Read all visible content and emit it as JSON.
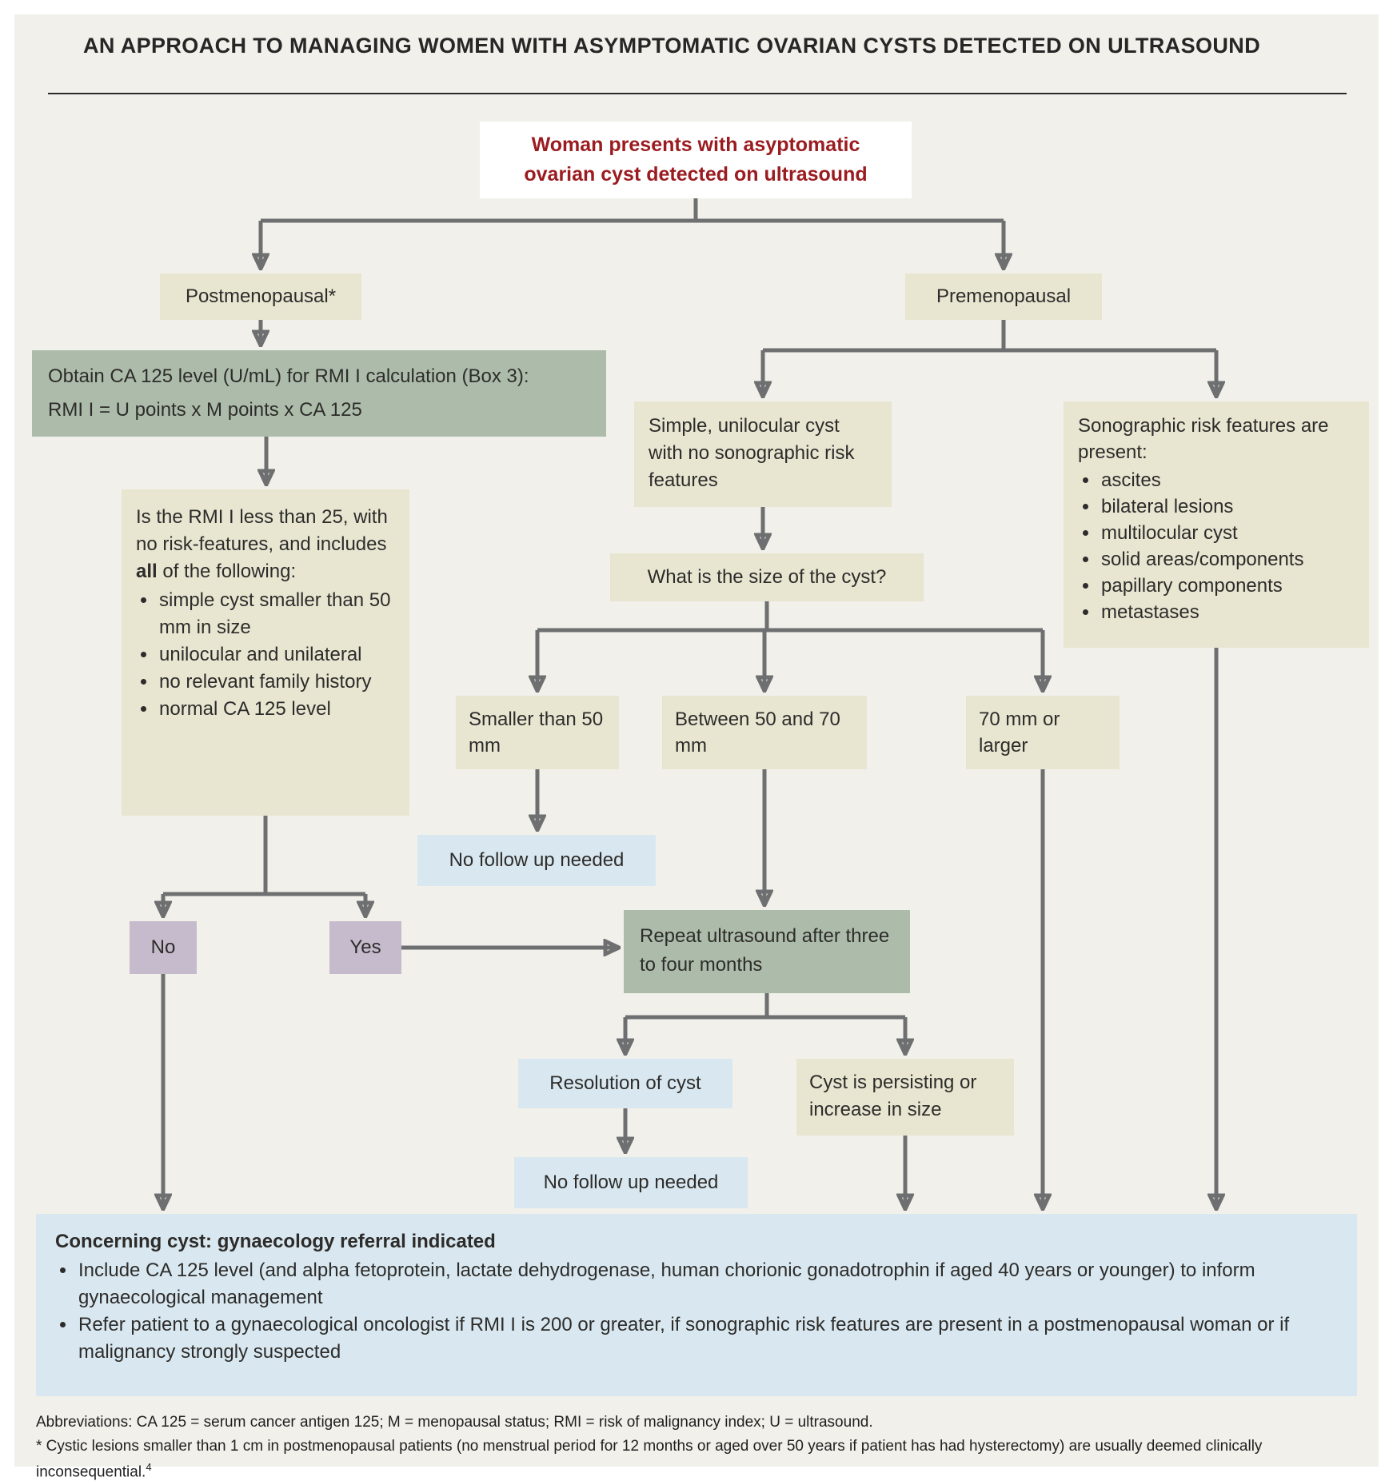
{
  "title": "AN APPROACH TO MANAGING WOMEN WITH ASYMPTOMATIC OVARIAN CYSTS DETECTED ON ULTRASOUND",
  "palette": {
    "panel_background": "#f1f0ea",
    "node_beige": "#e8e5d1",
    "node_green": "#adbcaa",
    "node_purple": "#c6bbcc",
    "node_blue": "#d9e8f0",
    "start_text_red": "#9b1c20",
    "arrow_gray": "#6e6f71",
    "text_dark": "#2d2c2a"
  },
  "nodes": {
    "start": {
      "lines": [
        "Woman presents with asyptomatic",
        "ovarian cyst detected on ultrasound"
      ]
    },
    "postmenopausal": {
      "label": "Postmenopausal*"
    },
    "premenopausal": {
      "label": "Premenopausal"
    },
    "obtain_ca125": {
      "line1": "Obtain CA 125 level (U/mL) for RMI I calculation (Box 3):",
      "line2": "RMI I = U points x M points x CA 125"
    },
    "rmi_question": {
      "intro_start": "Is the RMI I less than 25, with no risk-features, and includes ",
      "intro_bold": "all",
      "intro_end": " of the following:",
      "bullets": [
        "simple cyst smaller than 50 mm in size",
        "unilocular and unilateral",
        "no relevant family history",
        "normal CA 125 level"
      ]
    },
    "no": {
      "label": "No"
    },
    "yes": {
      "label": "Yes"
    },
    "simple_cyst": {
      "text": "Simple, unilocular cyst with no sonographic risk features"
    },
    "sonographic_risk": {
      "intro": "Sonographic risk features are present:",
      "bullets": [
        "ascites",
        "bilateral lesions",
        "multilocular cyst",
        "solid areas/components",
        "papillary components",
        "metastases"
      ]
    },
    "size_question": {
      "text": "What is the size of the cyst?"
    },
    "smaller_50": {
      "text": "Smaller than 50 mm"
    },
    "between_50_70": {
      "text": "Between 50 and 70 mm"
    },
    "larger_70": {
      "text": "70 mm or larger"
    },
    "no_followup_1": {
      "text": "No follow up needed"
    },
    "repeat_ultrasound": {
      "text": "Repeat ultrasound after three to four months"
    },
    "resolution": {
      "text": "Resolution of cyst"
    },
    "persisting": {
      "text": "Cyst is persisting or increase in size"
    },
    "no_followup_2": {
      "text": "No follow up needed"
    },
    "referral": {
      "heading": "Concerning cyst: gynaecology referral indicated",
      "bullets": [
        "Include CA 125 level (and alpha fetoprotein, lactate dehydrogenase, human chorionic gonadotrophin if aged 40 years or younger) to inform gynaecological management",
        "Refer patient to a gynaecological oncologist if RMI I is 200 or greater, if sonographic risk features are present in a postmenopausal woman or if malignancy strongly suspected"
      ]
    }
  },
  "footer": {
    "abbreviations": "Abbreviations: CA 125 = serum cancer antigen 125; M = menopausal status; RMI = risk of malignancy index; U = ultrasound.",
    "footnote": "* Cystic lesions smaller than 1 cm in postmenopausal patients (no menstrual period for 12 months or aged over 50 years if patient has had hysterectomy) are usually deemed clinically inconsequential.",
    "footnote_ref": "4"
  }
}
